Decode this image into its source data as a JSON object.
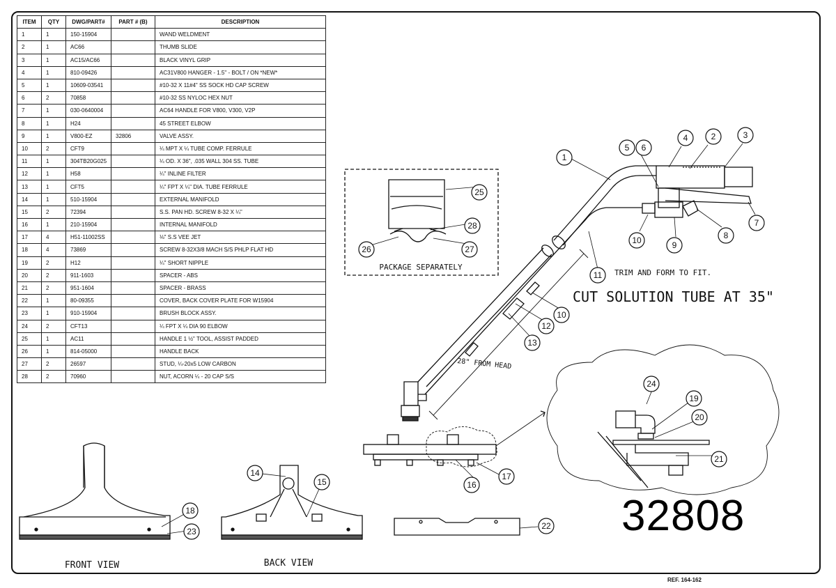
{
  "bom": {
    "headers": [
      "ITEM",
      "QTY",
      "DWG/PART#",
      "PART # (B)",
      "DESCRIPTION"
    ],
    "rows": [
      [
        "1",
        "1",
        "150-15904",
        "",
        "WAND WELDMENT"
      ],
      [
        "2",
        "1",
        "AC66",
        "",
        "THUMB SLIDE"
      ],
      [
        "3",
        "1",
        "AC15/AC66",
        "",
        "BLACK VINYL GRIP"
      ],
      [
        "4",
        "1",
        "810-09426",
        "",
        "AC31V800 HANGER - 1.5\" - BOLT / ON *NEW*"
      ],
      [
        "5",
        "1",
        "10609-03541",
        "",
        "#10-32 X 11#4\" SS SOCK HD CAP SCREW"
      ],
      [
        "6",
        "2",
        "70858",
        "",
        "#10-32 SS NYLOC HEX NUT"
      ],
      [
        "7",
        "1",
        "030-0640004",
        "",
        "AC64 HANDLE FOR V800, V300, V2P"
      ],
      [
        "8",
        "1",
        "H24",
        "",
        "45 STREET ELBOW"
      ],
      [
        "9",
        "1",
        "V800-EZ",
        "32806",
        "VALVE ASSY."
      ],
      [
        "10",
        "2",
        "CFT9",
        "",
        "¼ MPT X ¼ TUBE COMP. FERRULE"
      ],
      [
        "11",
        "1",
        "304TB20G025",
        "",
        "¼ OD. X 36\", .035 WALL 304 SS. TUBE"
      ],
      [
        "12",
        "1",
        "H58",
        "",
        "¼\" INLINE FILTER"
      ],
      [
        "13",
        "1",
        "CFT5",
        "",
        "¼\" FPT X ¼\" DIA. TUBE FERRULE"
      ],
      [
        "14",
        "1",
        "510-15904",
        "",
        "EXTERNAL MANIFOLD"
      ],
      [
        "15",
        "2",
        "72394",
        "",
        "S.S. PAN HD. SCREW 8-32 X ¼\""
      ],
      [
        "16",
        "1",
        "210-15904",
        "",
        "INTERNAL MANIFOLD"
      ],
      [
        "17",
        "4",
        "H51-11002SS",
        "",
        "⅛\" S.S VEE JET"
      ],
      [
        "18",
        "4",
        "73869",
        "",
        "SCREW 8-32X3/8 MACH S/S PHLP FLAT HD"
      ],
      [
        "19",
        "2",
        "H12",
        "",
        "¼\" SHORT NIPPLE"
      ],
      [
        "20",
        "2",
        "911-1603",
        "",
        "SPACER - ABS"
      ],
      [
        "21",
        "2",
        "951-1604",
        "",
        "SPACER - BRASS"
      ],
      [
        "22",
        "1",
        "80-09355",
        "",
        "COVER, BACK COVER PLATE FOR W15904"
      ],
      [
        "23",
        "1",
        "910-15904",
        "",
        "BRUSH BLOCK ASSY."
      ],
      [
        "24",
        "2",
        "CFT13",
        "",
        "¼ FPT X ¼ DIA 90 ELBOW"
      ],
      [
        "25",
        "1",
        "AC11",
        "",
        "HANDLE 1 ½\" TOOL, ASSIST PADDED"
      ],
      [
        "26",
        "1",
        "814-05000",
        "",
        "HANDLE BACK"
      ],
      [
        "27",
        "2",
        "26597",
        "",
        "STUD, ¼-20x5 LOW CARBON"
      ],
      [
        "28",
        "2",
        "70960",
        "",
        "NUT, ACORN ¼ - 20 CAP S/S"
      ]
    ]
  },
  "notes": {
    "package": "PACKAGE SEPARATELY",
    "trim": "TRIM AND FORM TO FIT.",
    "cut": "CUT SOLUTION TUBE AT 35\"",
    "from_head": "28\" FROM HEAD",
    "front_view": "FRONT VIEW",
    "back_view": "BACK VIEW"
  },
  "balloons": [
    "1",
    "2",
    "3",
    "4",
    "5",
    "6",
    "7",
    "8",
    "9",
    "10",
    "11",
    "12",
    "13",
    "10",
    "14",
    "15",
    "16",
    "17",
    "18",
    "19",
    "20",
    "21",
    "22",
    "23",
    "24",
    "25",
    "26",
    "27",
    "28"
  ],
  "part_number": "32808",
  "ref": "REF. 164-162"
}
